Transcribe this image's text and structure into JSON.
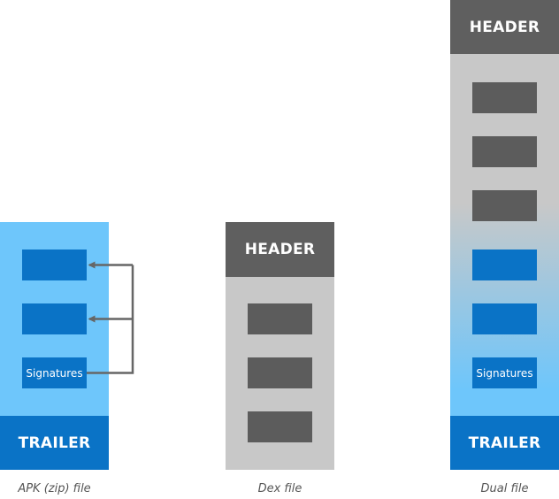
{
  "columns": {
    "apk": {
      "trailer": "TRAILER",
      "signatures": "Signatures",
      "caption": "APK (zip) file"
    },
    "dex": {
      "header": "HEADER",
      "caption": "Dex file"
    },
    "dual": {
      "header": "HEADER",
      "signatures": "Signatures",
      "trailer": "TRAILER",
      "caption": "Dual file"
    }
  },
  "colors": {
    "header_gray": "#5f5f5f",
    "block_gray": "#5c5c5c",
    "body_light_gray": "#c8c8c8",
    "apk_light_blue": "#6ec6fb",
    "block_blue": "#0a73c6",
    "arrow_gray": "#666666"
  }
}
